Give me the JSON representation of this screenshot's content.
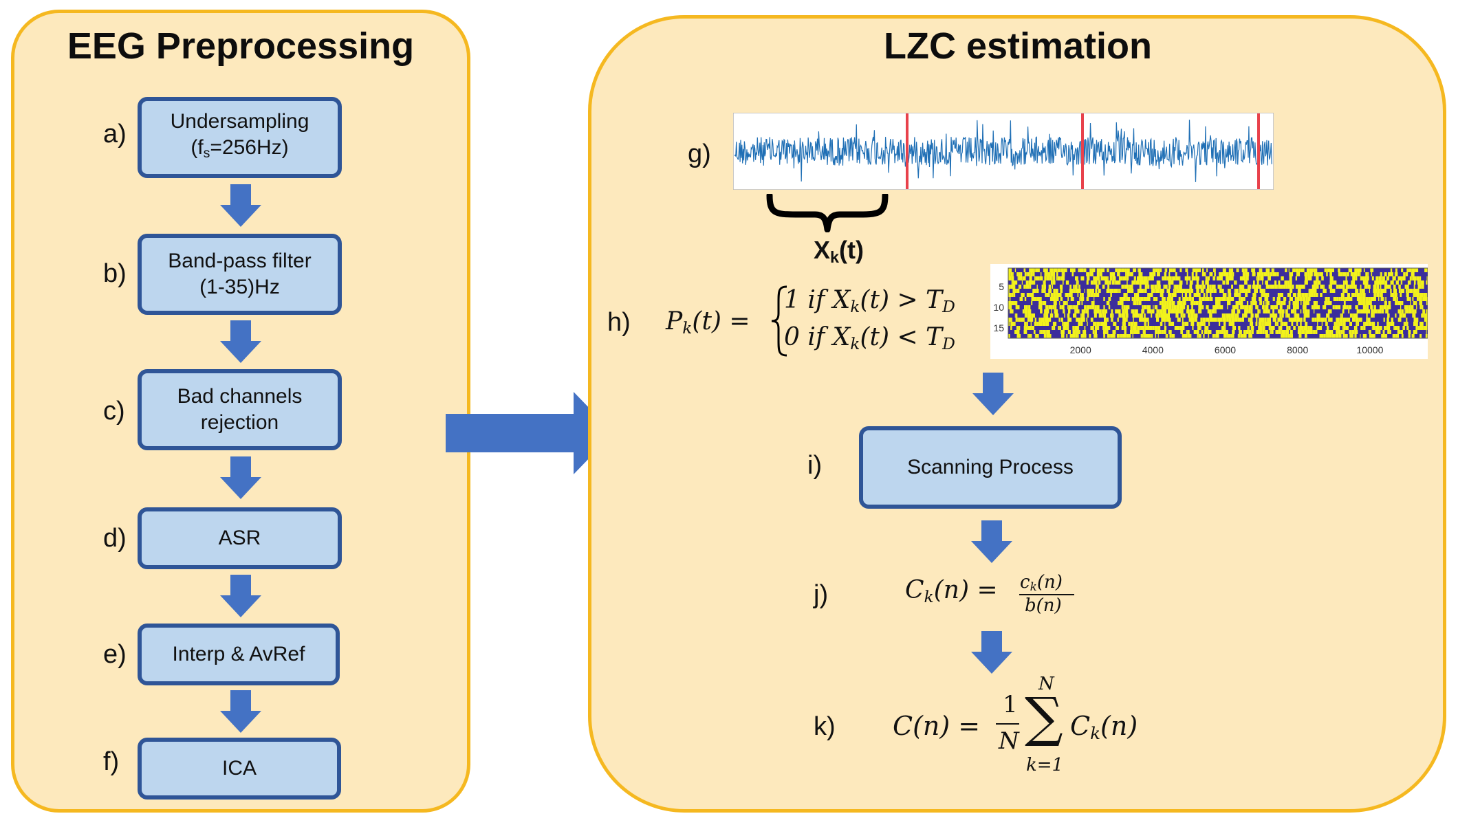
{
  "left": {
    "title": "EEG Preprocessing",
    "steps": [
      {
        "label": "a)",
        "line1": "Undersampling",
        "line2_pre": "(f",
        "line2_sub": "s",
        "line2_post": "=256Hz)"
      },
      {
        "label": "b)",
        "line1": "Band-pass filter",
        "line2": "(1-35)Hz"
      },
      {
        "label": "c)",
        "line1": "Bad channels",
        "line2": "rejection"
      },
      {
        "label": "d)",
        "line1": "ASR"
      },
      {
        "label": "e)",
        "line1": "Interp & AvRef"
      },
      {
        "label": "f)",
        "line1": "ICA"
      }
    ]
  },
  "right": {
    "title": "LZC estimation",
    "labels": {
      "g": "g)",
      "h": "h)",
      "i": "i)",
      "j": "j)",
      "k": "k)"
    },
    "window_label_main": "X",
    "window_label_sub": "k",
    "window_label_suffix": "(t)",
    "scanning_process": "Scanning Process",
    "binary_plot": {
      "y_ticks": [
        "5",
        "10",
        "15"
      ],
      "x_ticks": [
        "2000",
        "4000",
        "6000",
        "8000",
        "10000"
      ]
    },
    "eq_h": {
      "lhs": "P",
      "lhs_sub": "k",
      "lhs_arg": "(t) =",
      "case1": "1 if X",
      "case1_sub": "k",
      "case1_rest": "(t) > T",
      "case1_T_sub": "D",
      "case2": "0 if X",
      "case2_sub": "k",
      "case2_rest": "(t) < T",
      "case2_T_sub": "D"
    },
    "eq_j": {
      "lhs": "C",
      "lhs_sub": "k",
      "lhs_arg": "(n) =",
      "num": "c",
      "num_sub": "k",
      "num_arg": "(n)",
      "den": "b(n)"
    },
    "eq_k": {
      "lhs": "C(n) =",
      "frac_num": "1",
      "frac_den": "N",
      "sum_top": "N",
      "sum_bottom": "k=1",
      "term": "C",
      "term_sub": "k",
      "term_arg": "(n)"
    }
  },
  "colors": {
    "panel_fill": "#fde9bd",
    "panel_border": "#f5b820",
    "box_fill": "#bdd6ee",
    "box_border": "#2f5597",
    "arrow": "#4472c4",
    "signal": "#1f6fb5",
    "marker": "#e8414b",
    "binary_yellow": "#f2f21c",
    "binary_blue": "#3b2d9c"
  }
}
